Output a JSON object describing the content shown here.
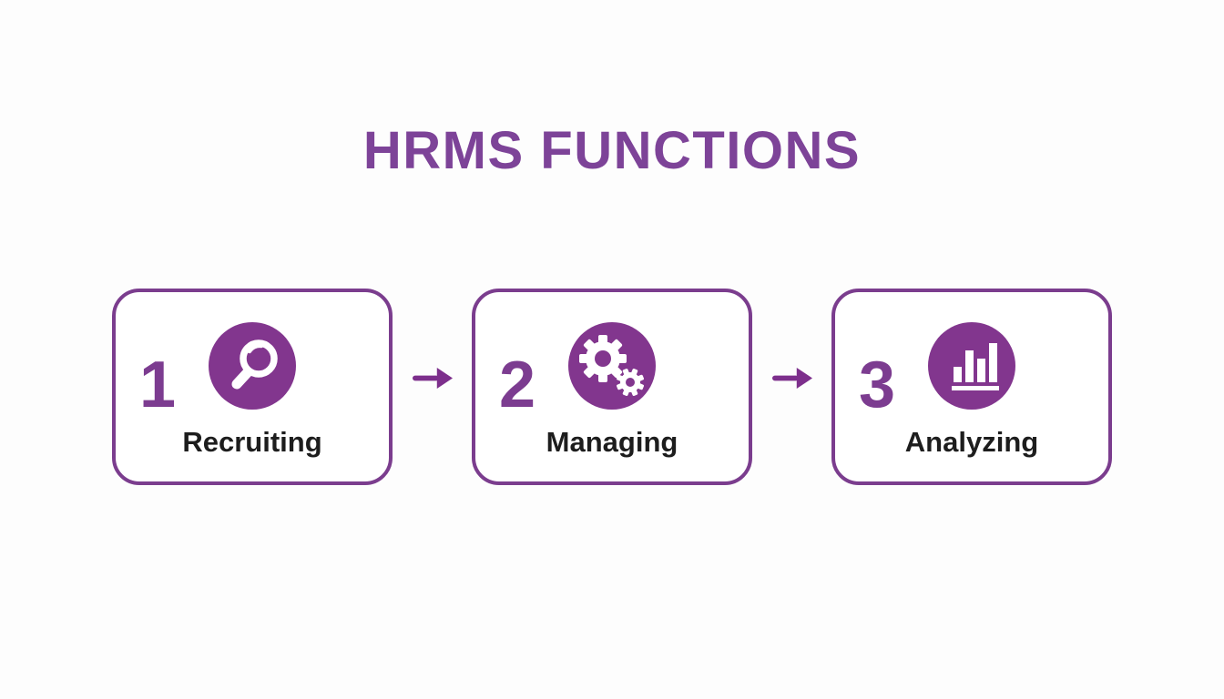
{
  "title": "HRMS FUNCTIONS",
  "steps": [
    {
      "number": "1",
      "label": "Recruiting",
      "icon": "magnifier-icon"
    },
    {
      "number": "2",
      "label": "Managing",
      "icon": "gears-icon"
    },
    {
      "number": "3",
      "label": "Analyzing",
      "icon": "bar-chart-icon"
    }
  ],
  "connector": "right-arrow-icon",
  "colors": {
    "background": "#fdfdfd",
    "title_text": "#7d4398",
    "card_border": "#7b3d8e",
    "card_fill": "#ffffff",
    "number_text": "#7c3c90",
    "icon_circle": "#82368e",
    "icon_glyph": "#ffffff",
    "arrow": "#7d2f8c",
    "label_text": "#1d1d1d"
  }
}
